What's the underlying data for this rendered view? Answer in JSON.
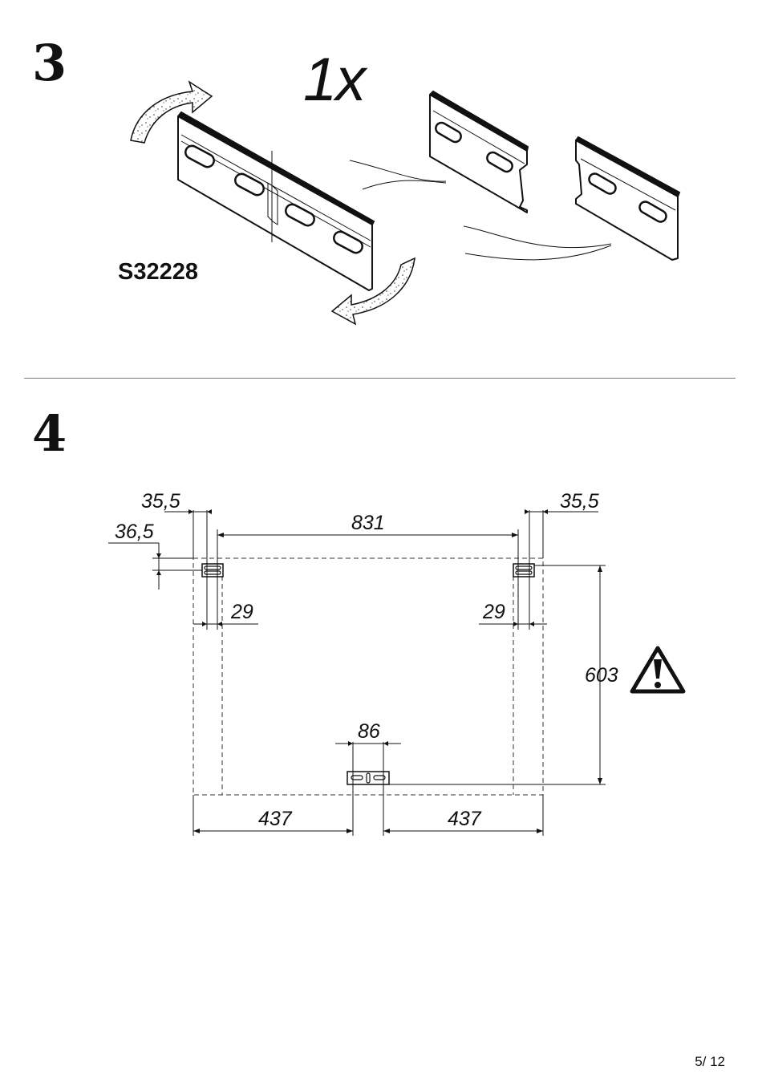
{
  "step3": {
    "number": "3",
    "quantity": "1x",
    "part_code": "S32228"
  },
  "step4": {
    "number": "4",
    "dimensions": {
      "left_offset": "35,5",
      "right_offset": "35,5",
      "top_offset": "36,5",
      "span_top": "831",
      "left_inner": "29",
      "right_inner": "29",
      "height": "603",
      "bottom_bracket": "86",
      "bottom_left": "437",
      "bottom_right": "437"
    }
  },
  "footer": {
    "page": "5/ 12"
  },
  "icons": [
    "rotate-arrow-icon",
    "warning-icon"
  ]
}
